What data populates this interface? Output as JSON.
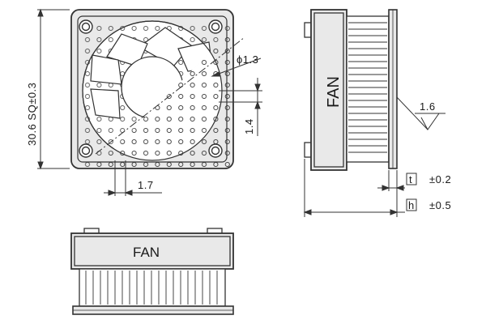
{
  "front_view": {
    "hole_diameter_label": "ϕ1.3",
    "hole_pitch_horizontal_label": "1.7",
    "hole_pitch_vertical_label": "1.4",
    "size_label": "30.6 SQ±0.3"
  },
  "side_view": {
    "body_text": "FAN",
    "surface_finish_label": "1.6",
    "t_symbol": "t",
    "t_tolerance": "±0.2",
    "h_symbol": "h",
    "h_tolerance": "±0.5"
  },
  "bottom_view": {
    "body_text": "FAN"
  }
}
